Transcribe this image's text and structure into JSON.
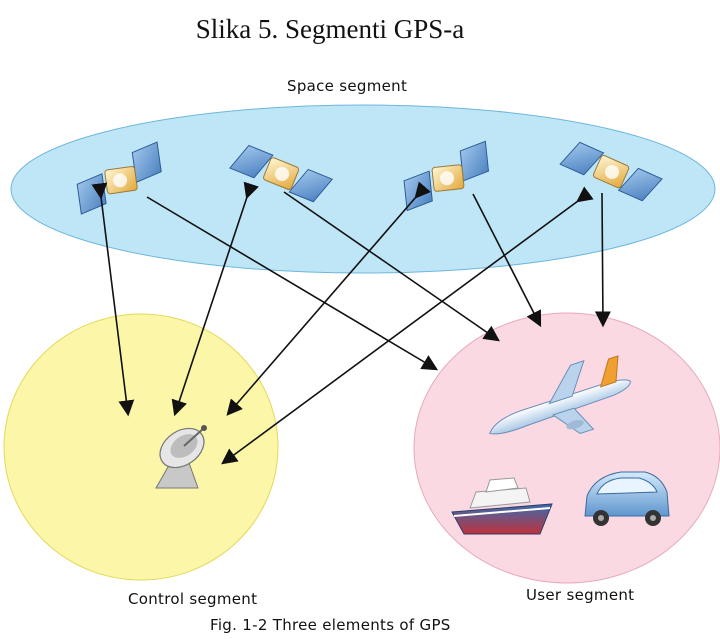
{
  "title": "Slika 5. Segmenti GPS-a",
  "segments": {
    "space": "Space segment",
    "control": "Control segment",
    "user": "User segment"
  },
  "caption": "Fig. 1-2 Three elements of GPS",
  "colors": {
    "space_fill": "#bfe6f7",
    "control_fill": "#fbf6a8",
    "user_fill": "#fbd9e3",
    "arrow": "#111111"
  },
  "icons": [
    "satellite-icon",
    "satellite-dish-icon",
    "airplane-icon",
    "ship-icon",
    "car-icon"
  ]
}
